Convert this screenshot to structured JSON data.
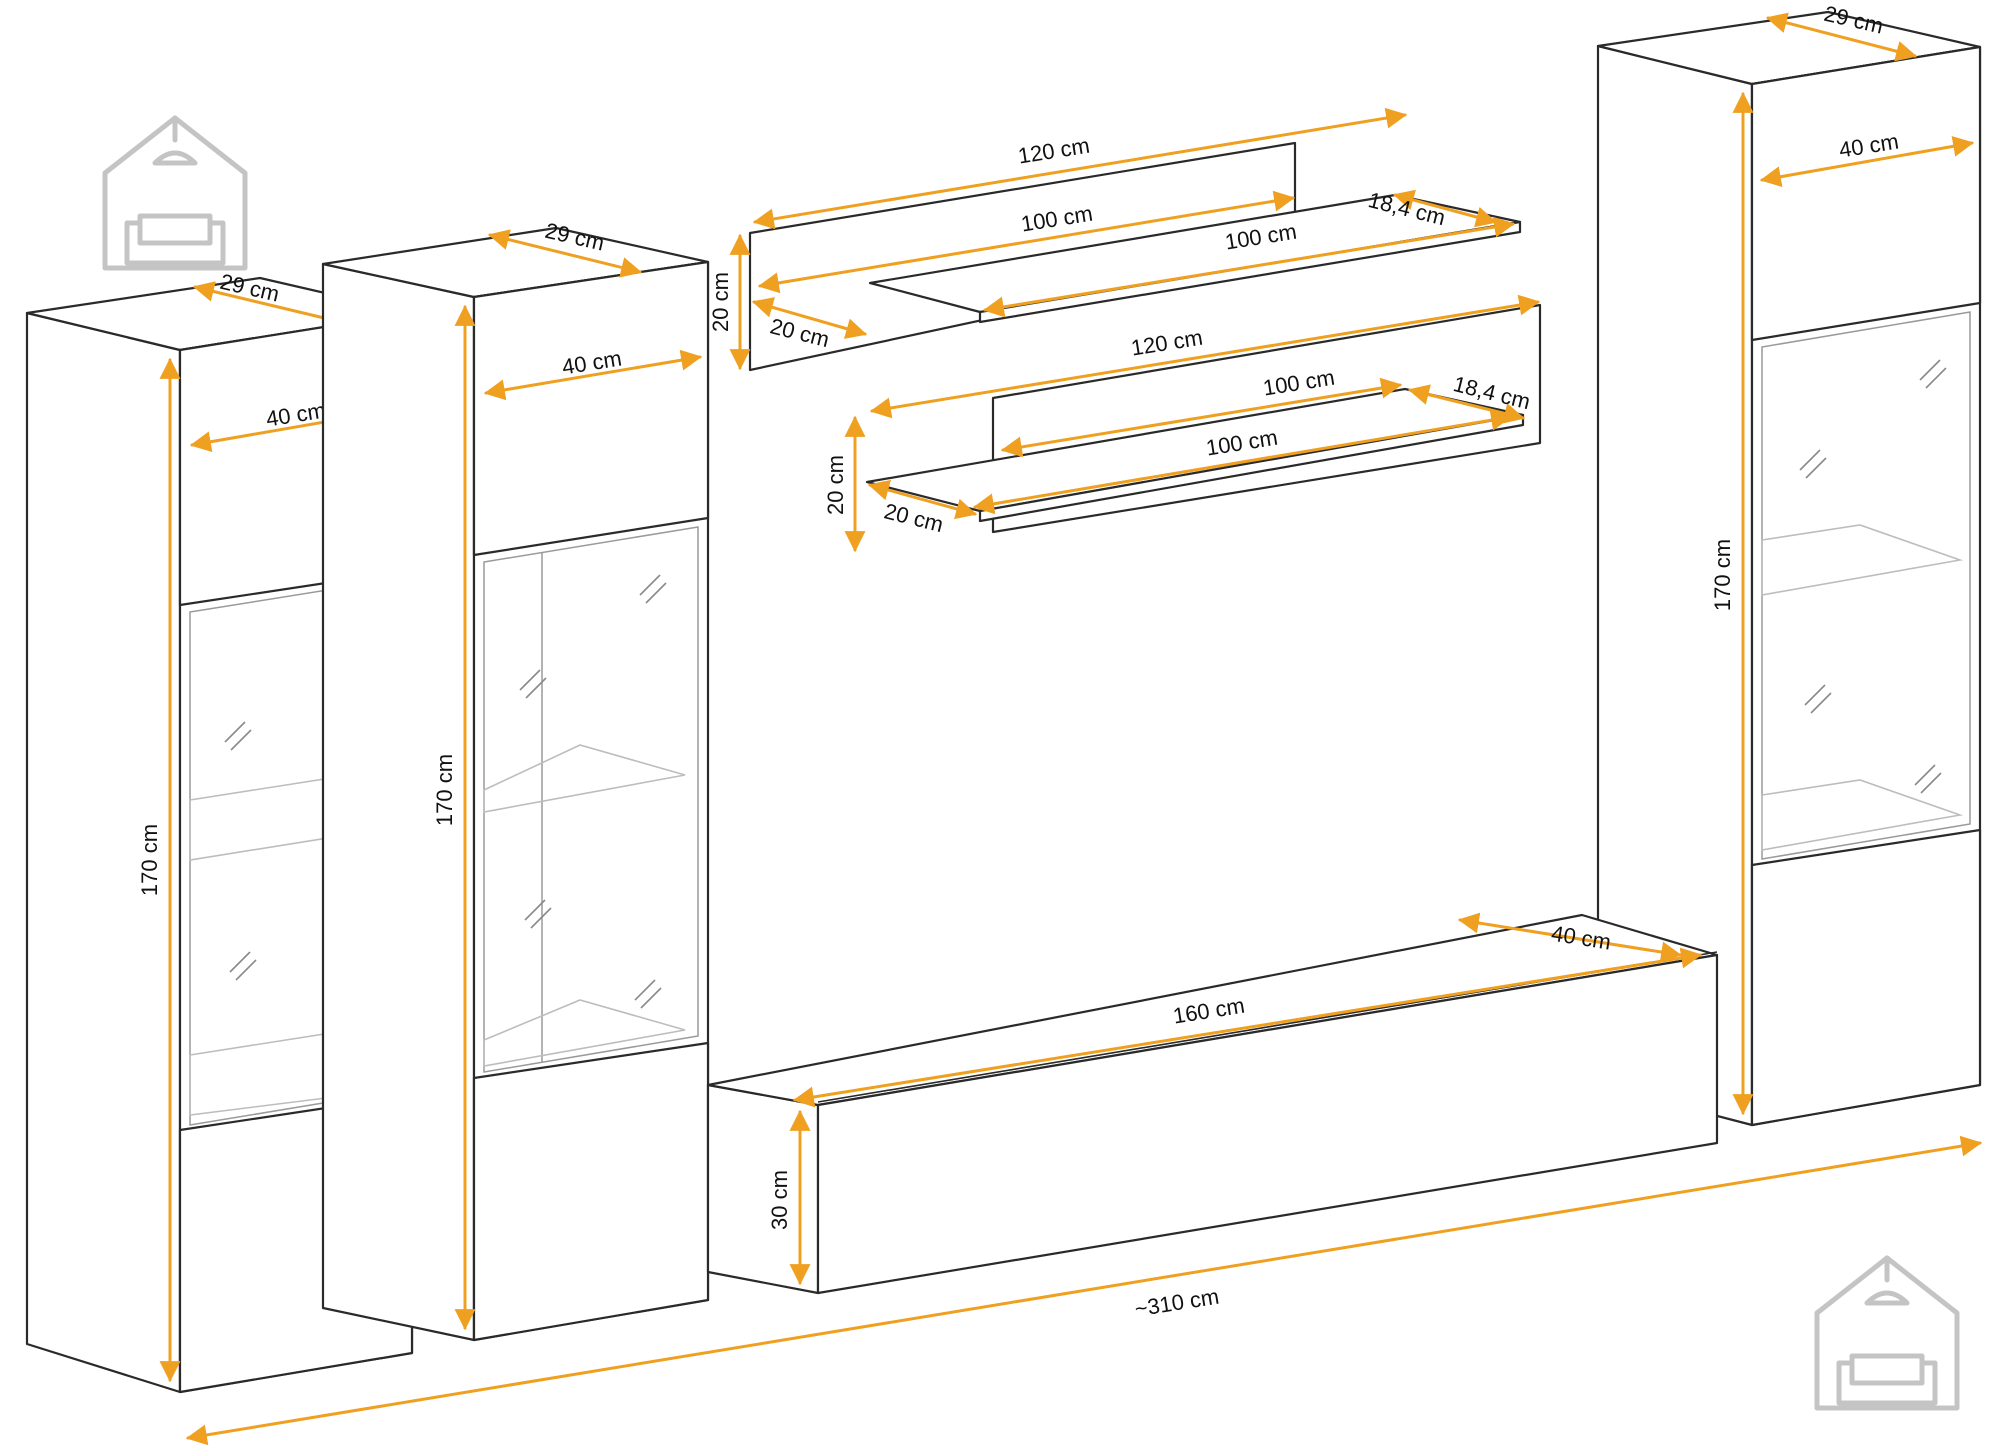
{
  "icons": {
    "logo": "house-sofa-icon"
  },
  "labels": {
    "cab1_depth": "29 cm",
    "cab1_width": "40 cm",
    "cab1_height": "170 cm",
    "cab2_depth": "29 cm",
    "cab2_width": "40 cm",
    "cab2_height": "170 cm",
    "cab3_depth": "29 cm",
    "cab3_width": "40 cm",
    "cab3_height": "170 cm",
    "shelf1_panel_width": "120 cm",
    "shelf1_back_width": "100 cm",
    "shelf1_front_width": "100 cm",
    "shelf1_board_depth": "18,4 cm",
    "shelf1_panel_height": "20 cm",
    "shelf1_panel_depth": "20 cm",
    "shelf2_panel_width": "120 cm",
    "shelf2_back_width": "100 cm",
    "shelf2_front_width": "100 cm",
    "shelf2_board_depth": "18,4 cm",
    "shelf2_panel_height": "20 cm",
    "shelf2_panel_depth": "20 cm",
    "tv_width": "160 cm",
    "tv_depth": "40 cm",
    "tv_height": "30 cm",
    "total_width": "~310 cm"
  },
  "colors": {
    "dimension_line": "#f0a020",
    "outline": "#2a2a2a",
    "logo": "#c4c4c4"
  }
}
